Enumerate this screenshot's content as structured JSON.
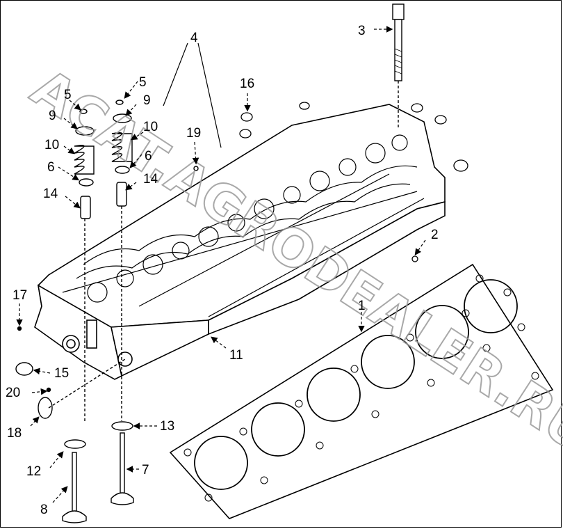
{
  "watermark": "ACAT.AGRODEALER.RU",
  "callouts": {
    "c1": "1",
    "c2": "2",
    "c3": "3",
    "c4": "4",
    "c5a": "5",
    "c5b": "5",
    "c6a": "6",
    "c6b": "6",
    "c7": "7",
    "c8": "8",
    "c9a": "9",
    "c9b": "9",
    "c10a": "10",
    "c10b": "10",
    "c11": "11",
    "c12": "12",
    "c13": "13",
    "c14a": "14",
    "c14b": "14",
    "c15": "15",
    "c16": "16",
    "c17": "17",
    "c18": "18",
    "c19": "19",
    "c20": "20"
  },
  "colors": {
    "ink": "#000000",
    "watermark": "#9a9a9a",
    "background": "#ffffff"
  }
}
